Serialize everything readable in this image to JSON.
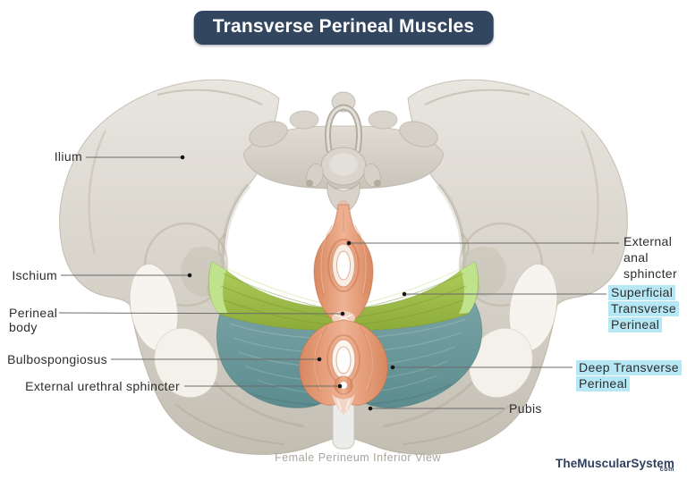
{
  "title": "Transverse Perineal Muscles",
  "caption": "Female Perineum Inferior View",
  "brand": {
    "name": "TheMuscularSystem",
    "tld": "com"
  },
  "colors": {
    "title_bg": "#324660",
    "title_text": "#ffffff",
    "highlight": "#b5e7f5",
    "label_text": "#2d2d2d",
    "caption_text": "#aba49d",
    "brand_navy": "#2d3f5c",
    "muscle_orange": "#e09372",
    "muscle_green": "#9fc14d",
    "muscle_teal": "#6d9b9d",
    "bone": "#d5d1c8"
  },
  "labels": {
    "ilium": {
      "text": "Ilium"
    },
    "ischium": {
      "text": "Ischium"
    },
    "perineal_body": {
      "lines": [
        "Perineal",
        "body"
      ]
    },
    "bulbospongiosus": {
      "text": "Bulbospongiosus"
    },
    "external_urethral_sphincter": {
      "text": "External urethral sphincter"
    },
    "external_anal_sphincter": {
      "lines": [
        "External",
        "anal",
        "sphincter"
      ]
    },
    "superficial_transverse_perineal": {
      "lines": [
        "Superficial",
        "Transverse",
        "Perineal"
      ],
      "highlighted": true
    },
    "deep_transverse_perineal": {
      "lines": [
        "Deep Transverse",
        "Perineal"
      ],
      "highlighted": true
    },
    "pubis": {
      "text": "Pubis"
    }
  }
}
